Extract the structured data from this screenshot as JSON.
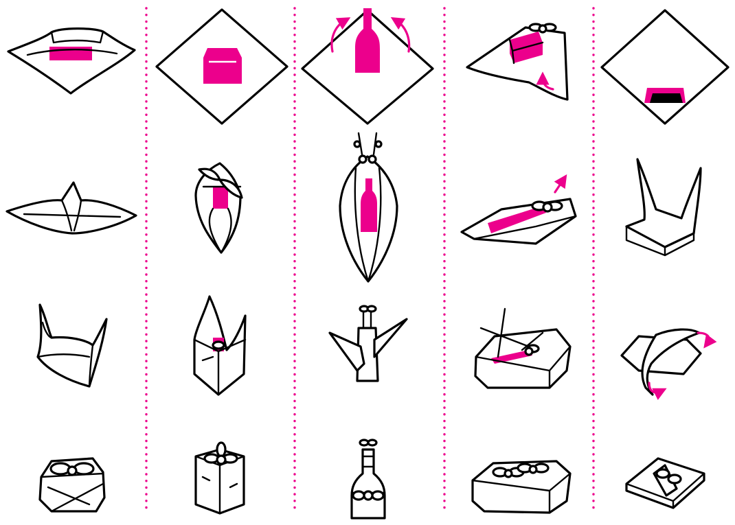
{
  "diagram": {
    "subject": "furoshiki-cloth-wrapping-instructions",
    "columns": [
      {
        "id": "flat-box-wrap",
        "steps": 4
      },
      {
        "id": "tall-box-wrap",
        "steps": 4
      },
      {
        "id": "bottle-wrap",
        "steps": 4
      },
      {
        "id": "long-box-double-knot-wrap",
        "steps": 4
      },
      {
        "id": "flat-box-twist-wrap",
        "steps": 4
      }
    ],
    "colors": {
      "accent": "#ec008c",
      "line": "#000000",
      "background": "#ffffff"
    }
  }
}
